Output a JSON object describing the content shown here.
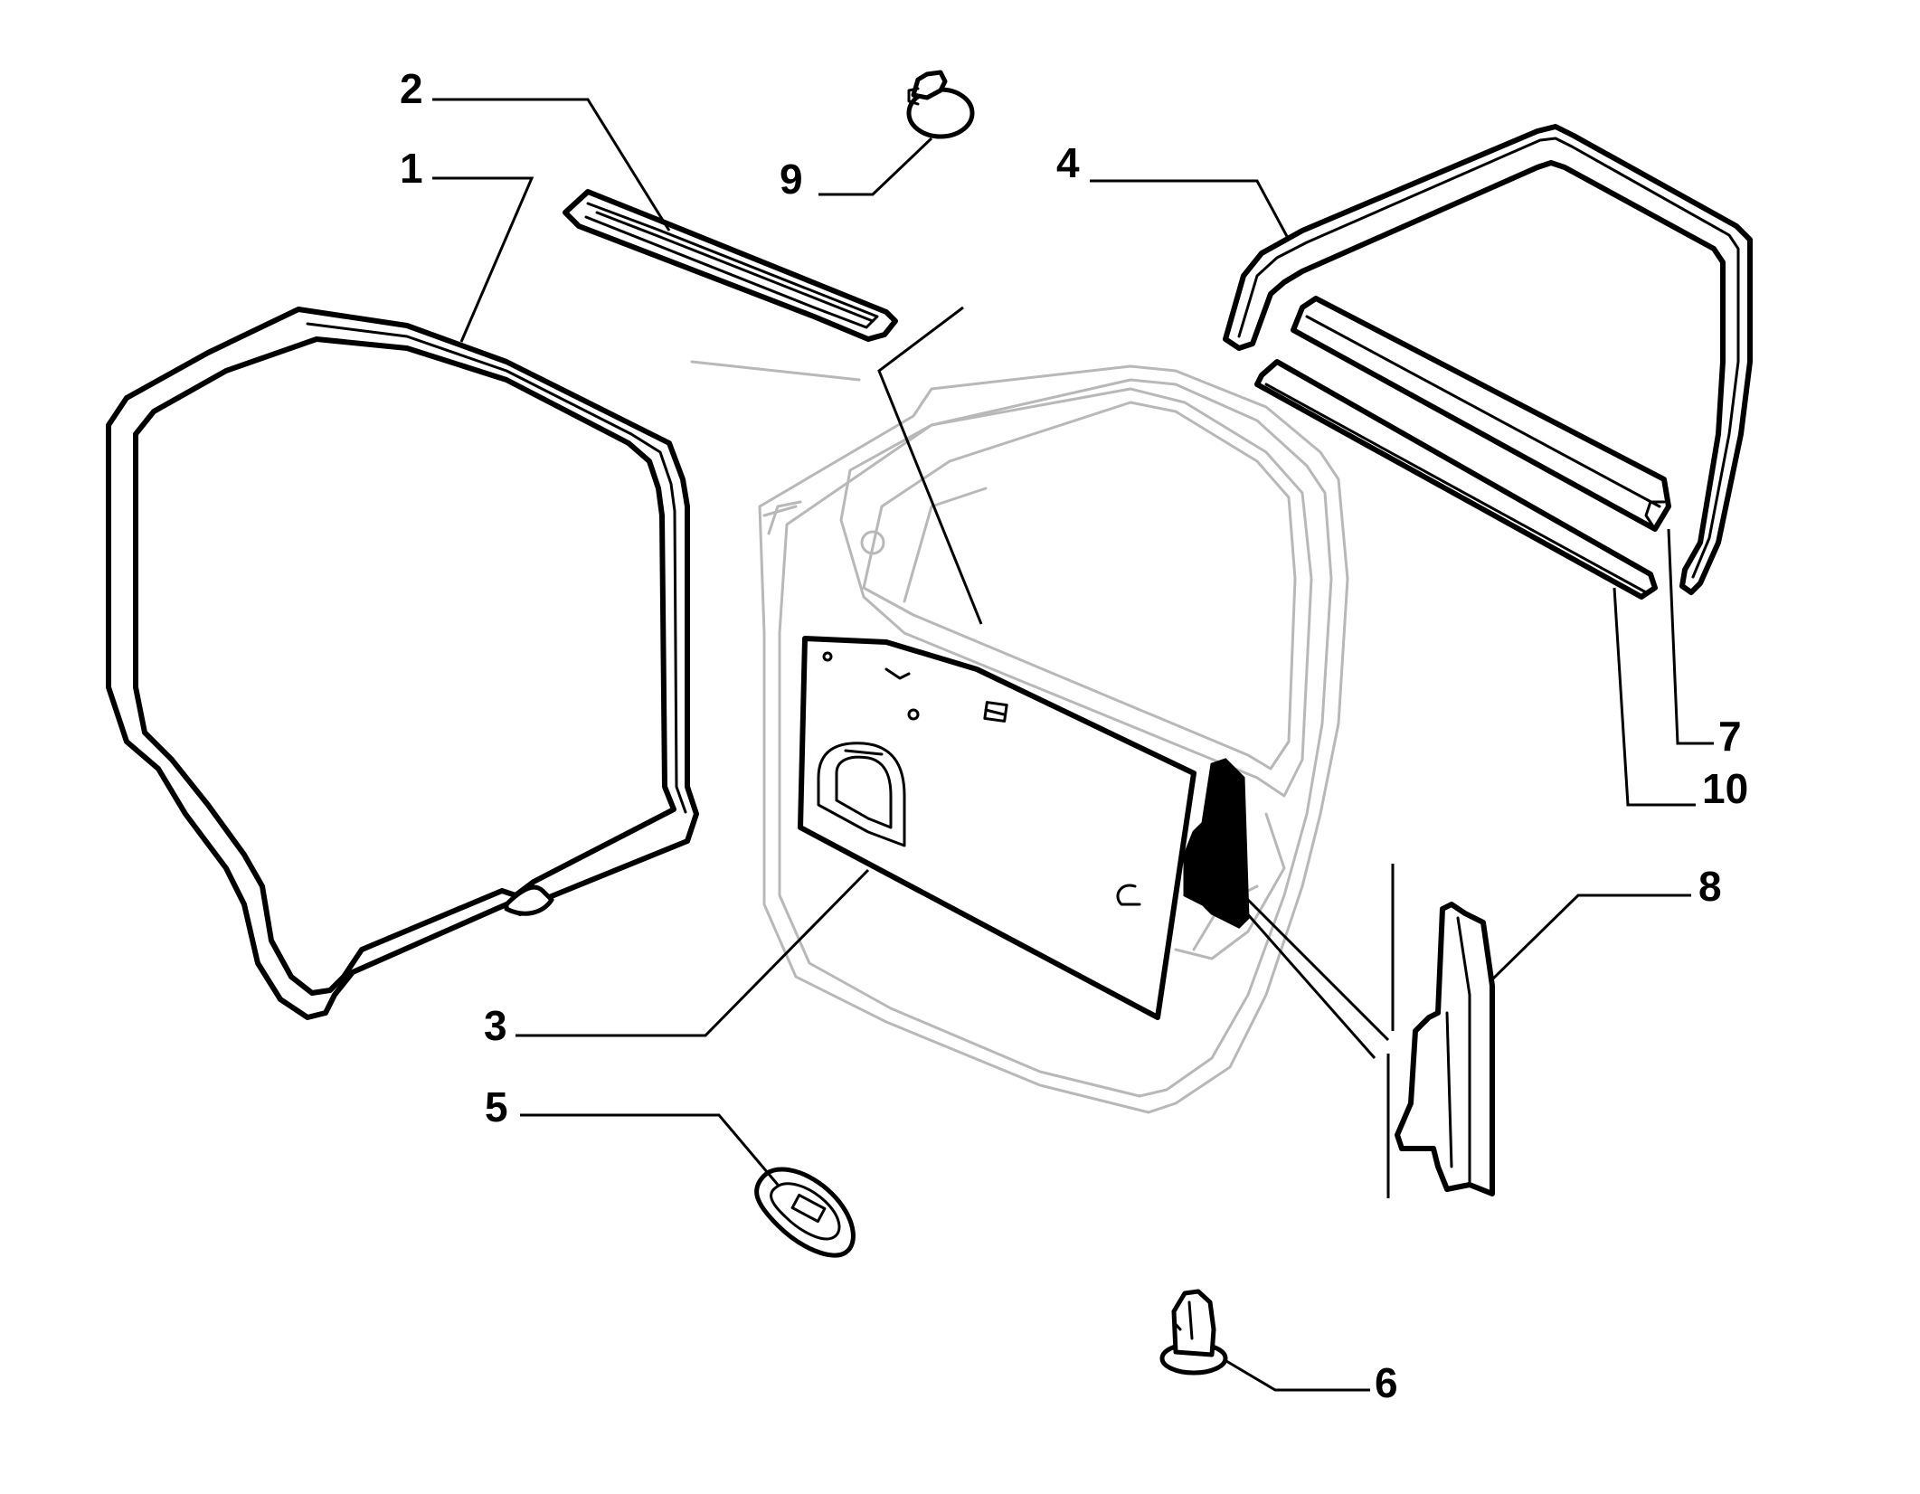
{
  "colors": {
    "outline": "#000000",
    "ghost": "#b8b8b8",
    "background": "#ffffff"
  },
  "callouts": [
    {
      "id": "1",
      "label": "1"
    },
    {
      "id": "2",
      "label": "2"
    },
    {
      "id": "3",
      "label": "3"
    },
    {
      "id": "4",
      "label": "4"
    },
    {
      "id": "5",
      "label": "5"
    },
    {
      "id": "6",
      "label": "6"
    },
    {
      "id": "7",
      "label": "7"
    },
    {
      "id": "8",
      "label": "8"
    },
    {
      "id": "9",
      "label": "9"
    },
    {
      "id": "10",
      "label": "10"
    }
  ]
}
